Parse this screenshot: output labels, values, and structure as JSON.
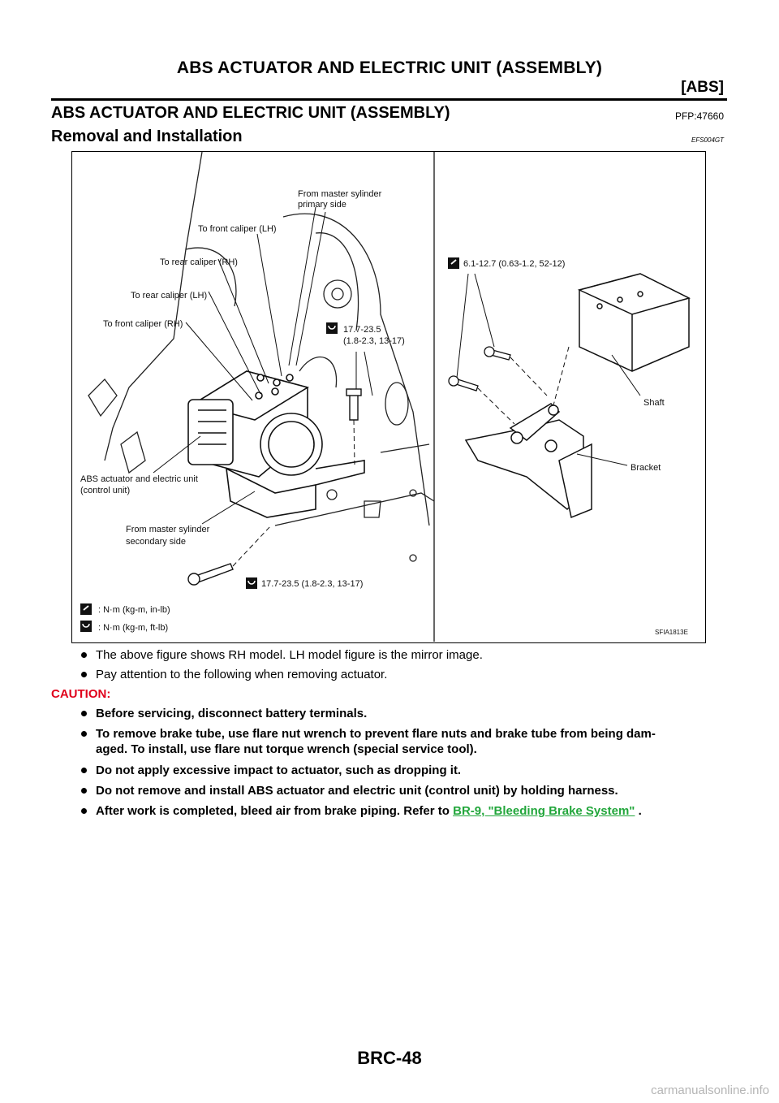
{
  "header": {
    "running_title": "ABS ACTUATOR AND ELECTRIC UNIT (ASSEMBLY)",
    "section_tag": "[ABS]"
  },
  "section": {
    "title": "ABS ACTUATOR AND ELECTRIC UNIT (ASSEMBLY)",
    "part_number": "PFP:47660"
  },
  "subsection": {
    "title": "Removal and Installation",
    "code": "EFS004GT"
  },
  "figure": {
    "labels": {
      "master_primary_1": "From master sylinder",
      "master_primary_2": "primary side",
      "front_lh": "To front caliper (LH)",
      "rear_rh": "To rear caliper (RH)",
      "rear_lh": "To rear caliper (LH)",
      "front_rh": "To front caliper (RH)",
      "torque_upper_1": "17.7-23.5",
      "torque_upper_2": "(1.8-2.3, 13-17)",
      "actuator_1": "ABS actuator and electric unit",
      "actuator_2": "(control unit)",
      "master_secondary_1": "From master sylinder",
      "master_secondary_2": "secondary side",
      "torque_lower": "17.7-23.5 (1.8-2.3, 13-17)",
      "legend_inlb": ": N·m (kg-m, in-lb)",
      "legend_ftlb": ": N·m (kg-m, ft-lb)",
      "torque_bracket": "6.1-12.7 (0.63-1.2, 52-12)",
      "shaft": "Shaft",
      "bracket": "Bracket",
      "figure_code": "SFIA1813E"
    }
  },
  "notes": [
    "The above figure shows RH model. LH model figure is the mirror image.",
    "Pay attention to the following when removing actuator."
  ],
  "caution": {
    "label": "CAUTION:",
    "items": [
      "Before servicing, disconnect battery terminals.",
      "To remove brake tube, use flare nut wrench to prevent flare nuts and brake tube from being dam-",
      "aged. To install, use flare nut torque wrench (special service tool).",
      "Do not apply excessive impact to actuator, such as dropping it.",
      "Do not remove and install ABS actuator and electric unit (control unit) by holding harness.",
      "After work is completed, bleed air from brake piping. Refer to"
    ],
    "refer_link": "BR-9, \"Bleeding Brake System\"",
    "refer_suffix": " ."
  },
  "footer": {
    "page": "BRC-48",
    "watermark": "carmanualsonline.info"
  }
}
